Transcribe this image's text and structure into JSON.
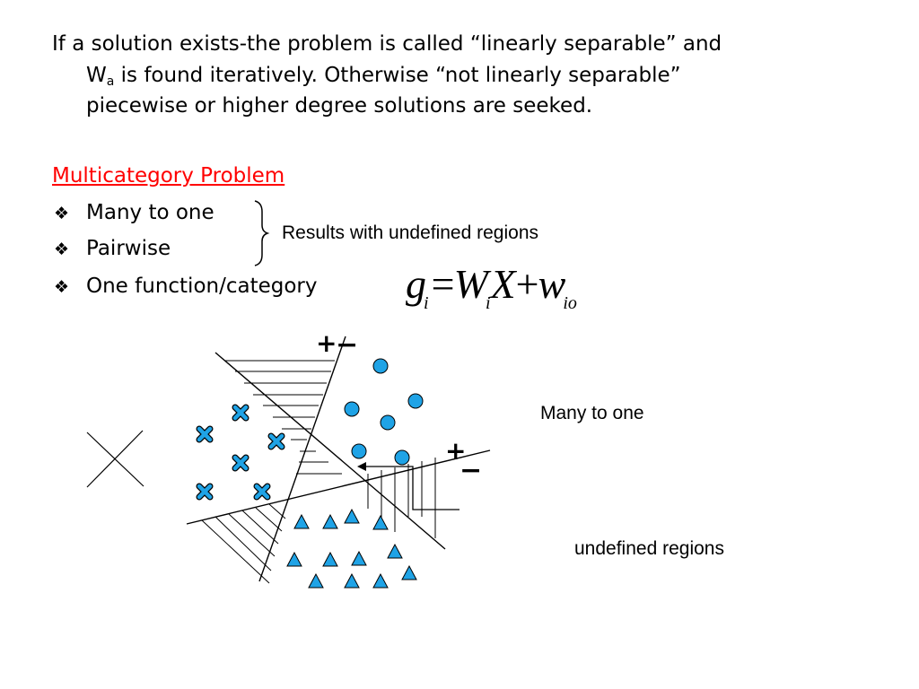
{
  "intro": {
    "line1": "If a solution exists-the problem is called “linearly separable” and",
    "line2_w": "W",
    "line2_sub": "a",
    "line2_rest": " is found iteratively. Otherwise “not linearly separable”",
    "line3": "piecewise or higher degree solutions are seeked."
  },
  "section": {
    "title": "Multicategory Problem",
    "bullets": [
      "Many to one",
      "Pairwise",
      "One function/category"
    ],
    "bracket_note": "Results with undefined regions"
  },
  "formula": {
    "g": "g",
    "g_sub": "i",
    "eq": "=",
    "w": "W",
    "w_sub": "i",
    "x": "X+w",
    "w0_sub": "io"
  },
  "diagram": {
    "plus": "+",
    "minus": "−",
    "label_many_to_one": "Many to one",
    "label_undefined": "undefined regions",
    "colors": {
      "symbol_fill": "#1fa3e6",
      "stroke": "#000000"
    }
  }
}
